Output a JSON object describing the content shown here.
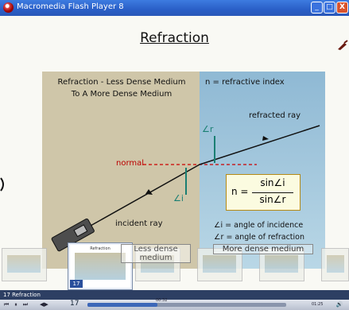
{
  "window": {
    "title": "Macromedia Flash Player 8",
    "minimize_label": "_",
    "maximize_label": "□",
    "close_label": "X"
  },
  "slide": {
    "title": "Refraction",
    "left_heading_line1": "Refraction - Less Dense Medium",
    "left_heading_line2": "To A More Dense Medium",
    "refractive_index_label": "n = refractive index",
    "refracted_ray_label": "refracted ray",
    "normal_label": "normal",
    "incident_ray_label": "incident ray",
    "angle_r_label": "∠r",
    "angle_i_label": "∠i",
    "formula": {
      "lhs": "n =",
      "numerator": "sin∠i",
      "denominator": "sin∠r"
    },
    "legend_line1": "∠i = angle of incidence",
    "legend_line2": "∠r = angle of refraction",
    "less_dense_label": "Less dense medium",
    "more_dense_label": "More dense medium",
    "colors": {
      "left_panel": "#cfc6a9",
      "right_panel": "#9fc3d9",
      "normal_line": "#cc0000",
      "angle_marker": "#1a7f73",
      "formula_border": "#b58a15"
    }
  },
  "thumbnails": {
    "active_title": "Refraction",
    "active_number": "17"
  },
  "status": {
    "text": "17 Refraction"
  },
  "player": {
    "prev_icon": "skip-back-icon",
    "pause_icon": "pause-icon",
    "next_icon": "skip-forward-icon",
    "slide_number": "17",
    "elapsed": "00:32",
    "total": "01:25",
    "progress": 0.35
  }
}
